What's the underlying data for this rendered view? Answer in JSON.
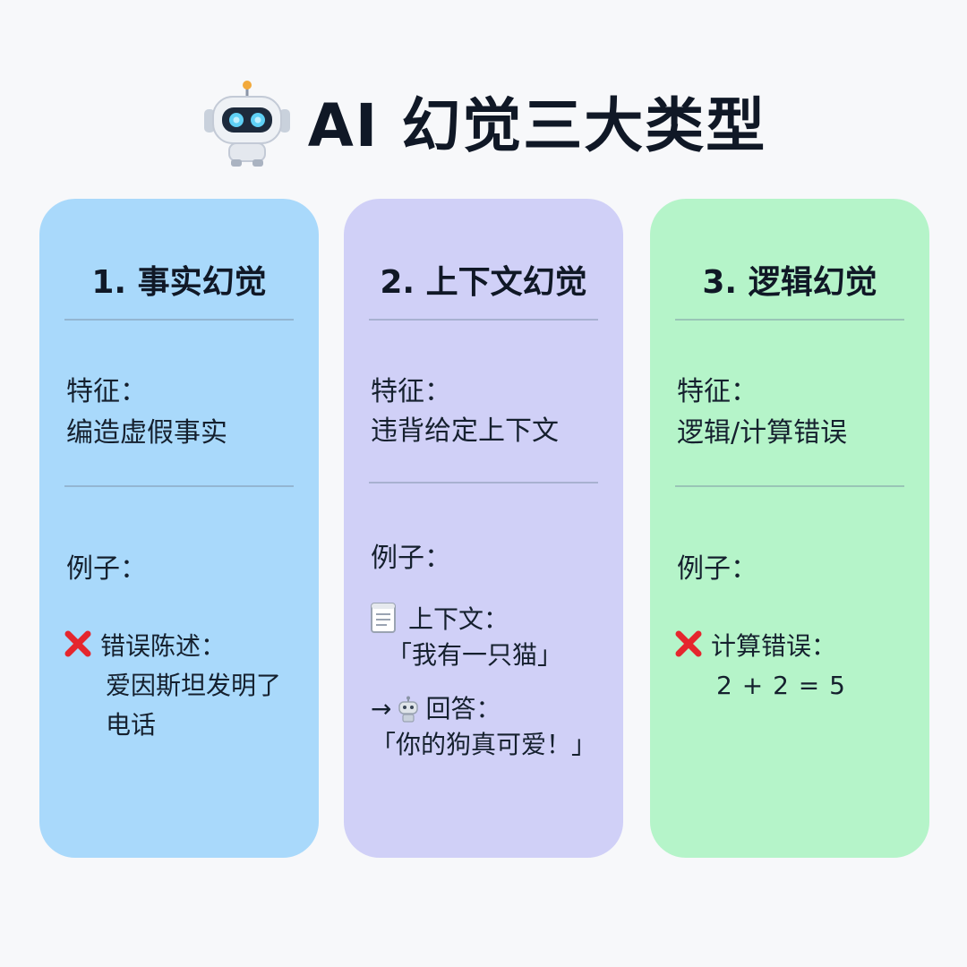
{
  "title": {
    "icon": "robot-icon",
    "text": "AI  幻觉三大类型"
  },
  "cards": [
    {
      "title": "1.  事实幻觉",
      "feature_label": "特征：",
      "feature_value": "编造虚假事实",
      "example_label": "例子：",
      "example_icon": "cross-mark-icon",
      "example_heading": "错误陈述：",
      "example_lines": [
        "爱因斯坦发明了",
        "电话"
      ],
      "color": "#a9d9fb"
    },
    {
      "title": "2.  上下文幻觉",
      "feature_label": "特征：",
      "feature_value": "违背给定上下文",
      "example_label": "例子：",
      "context_icon": "document-icon",
      "context_heading": "上下文：",
      "context_quote": "「我有一只猫」",
      "answer_arrow": "→",
      "answer_icon": "robot-icon",
      "answer_heading": "回答：",
      "answer_quote": "「你的狗真可爱！」",
      "color": "#d0d0f7"
    },
    {
      "title": "3.  逻辑幻觉",
      "feature_label": "特征：",
      "feature_value": "逻辑/计算错误",
      "example_label": "例子：",
      "example_icon": "cross-mark-icon",
      "example_heading": "计算错误：",
      "example_math": "2 + 2 = 5",
      "color": "#b5f4c9"
    }
  ]
}
